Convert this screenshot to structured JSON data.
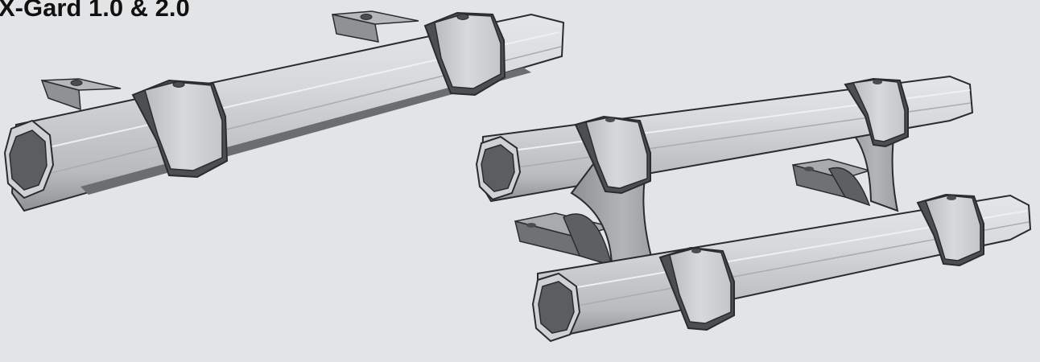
{
  "title": "X-Gard 1.0 & 2.0",
  "products": [
    {
      "id": "x-gard-1",
      "rails": 1,
      "clamps": 2,
      "mounting_brackets": 2
    },
    {
      "id": "x-gard-2",
      "rails": 2,
      "clamps": 4,
      "support_stands": 2
    }
  ],
  "colors": {
    "background": "#e3e4e5",
    "rail_light": "#dadcdd",
    "rail_mid": "#c9cbcd",
    "rail_dark": "#9ea1a4",
    "rail_shadow": "#5f6265",
    "bore": "#5b5e61",
    "outline": "#2a2b2c",
    "bracket": "#a4a7aa",
    "bracket_dark": "#6f7275"
  }
}
